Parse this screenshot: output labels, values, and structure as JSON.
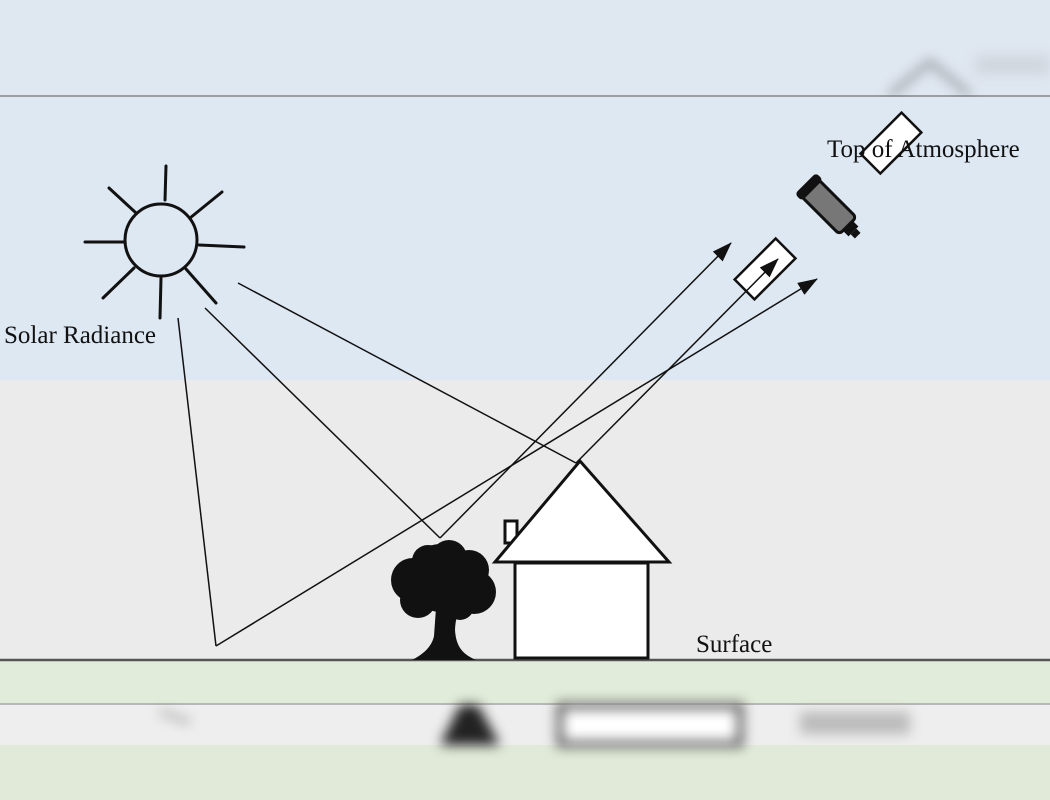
{
  "labels": {
    "top_of_atmosphere": "Top of Atmosphere",
    "solar_radiance": "Solar Radiance",
    "surface": "Surface"
  },
  "icons": [
    "sun-icon",
    "satellite-icon",
    "tree-icon",
    "house-icon"
  ],
  "colors": {
    "atmosphere": "#dee8f3",
    "near_surface_air": "#ebebeb",
    "ground": "#e2ecda",
    "line": "#111111",
    "satellite_body": "#777777"
  }
}
